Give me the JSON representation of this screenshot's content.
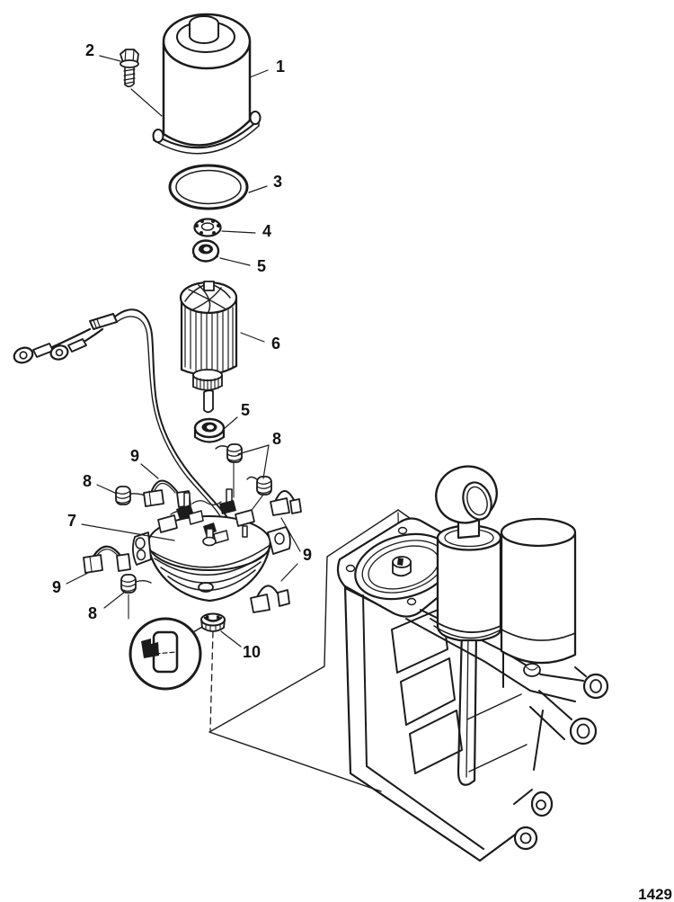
{
  "figure": {
    "code": "1429"
  },
  "palette": {
    "ink": "#1b1b1b",
    "paper": "#ffffff"
  },
  "callouts": [
    {
      "label": "2"
    },
    {
      "label": "1"
    },
    {
      "label": "3"
    },
    {
      "label": "4"
    },
    {
      "label": "5"
    },
    {
      "label": "6"
    },
    {
      "label": "5"
    },
    {
      "label": "8"
    },
    {
      "label": "9"
    },
    {
      "label": "8"
    },
    {
      "label": "7"
    },
    {
      "label": "9"
    },
    {
      "label": "9"
    },
    {
      "label": "8"
    },
    {
      "label": "10"
    }
  ]
}
